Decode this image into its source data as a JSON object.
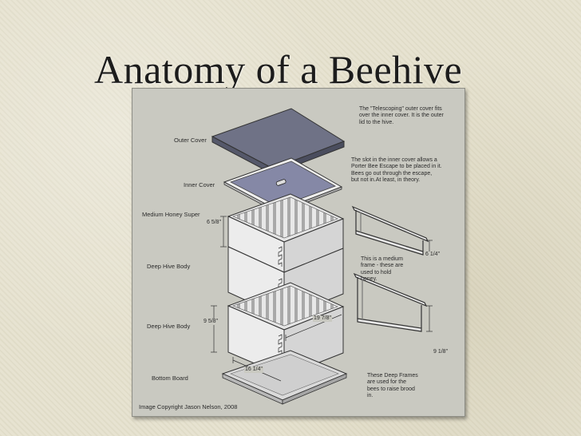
{
  "title": "Anatomy of a Beehive",
  "labels": {
    "outer_cover": "Outer Cover",
    "inner_cover": "Inner Cover",
    "medium_honey_super": "Medium Honey Super",
    "deep_hive_body_1": "Deep Hive Body",
    "deep_hive_body_2": "Deep Hive Body",
    "bottom_board": "Bottom Board"
  },
  "notes": {
    "telescoping": [
      "The \"Telescoping\" outer cover fits",
      "over the inner cover.  It is the outer",
      "lid to the hive."
    ],
    "inner_slot": [
      "The slot in the inner cover allows a",
      "Porter Bee Escape to be placed in it.",
      "Bees go out through the escape,",
      "but not in.At least, in theory."
    ],
    "medium_frame": [
      "This is a medium",
      "frame - these are",
      "used to hold",
      "honey."
    ],
    "deep_frames": [
      "These Deep Frames",
      "are used for the",
      "bees to raise brood",
      "in."
    ]
  },
  "dimensions": {
    "super_height": "6 5/8\"",
    "medium_frame": "6 1/4\"",
    "body_height": "9 5/8\"",
    "body_length": "19 7/8\"",
    "deep_frame": "9 1/8\"",
    "bottom_width": "16 1/4\""
  },
  "copyright": "Image Copyright Jason Nelson, 2008",
  "colors": {
    "panel": "#c9c9c1",
    "cover_top": "#6f7286",
    "inner_panel": "#8588a6",
    "box_light": "#ececec",
    "box_shade": "#d8d8d8",
    "bottom_board": "#dadada"
  }
}
